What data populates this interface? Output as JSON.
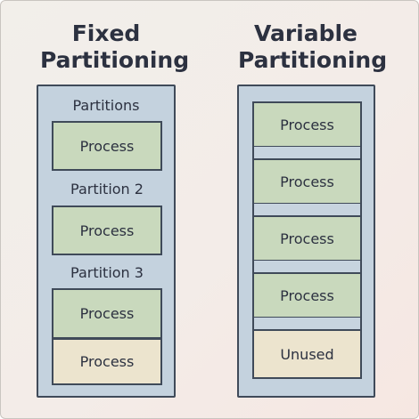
{
  "fixed": {
    "title_line1": "Fixed",
    "title_line2": "Partitioning",
    "header_label": "Partitions",
    "block1": "Process",
    "partition2": "Partition 2",
    "block2": "Process",
    "partition3": "Partition 3",
    "block3": "Process",
    "block4": "Process"
  },
  "variable": {
    "title_line1": "Variable",
    "title_line2": "Partitioning",
    "block1": "Process",
    "block2": "Process",
    "block3": "Process",
    "block4": "Process",
    "unused": "Unused"
  },
  "colors": {
    "process": "#c9d9bd",
    "unused": "#ece4ce",
    "container": "#c4d2de",
    "border": "#3f4a59"
  }
}
